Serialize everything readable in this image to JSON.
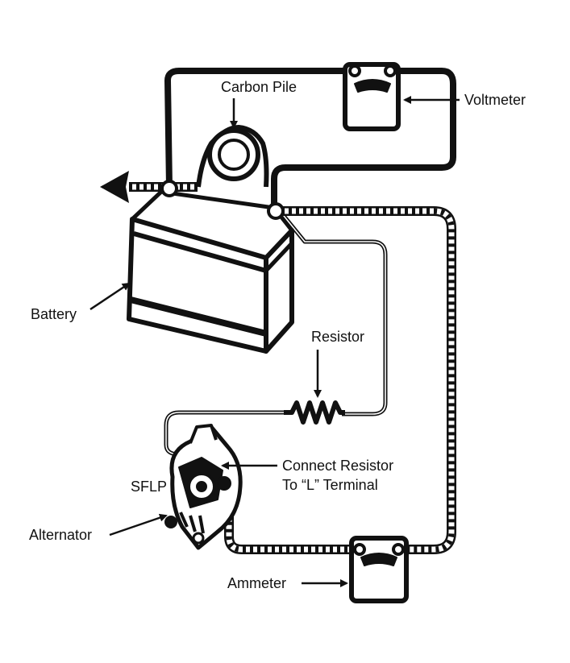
{
  "labels": {
    "carbon_pile": "Carbon Pile",
    "voltmeter": "Voltmeter",
    "battery": "Battery",
    "resistor": "Resistor",
    "connect_resistor_line1": "Connect Resistor",
    "connect_resistor_line2": "To “L” Terminal",
    "sflp": "SFLP",
    "alternator": "Alternator",
    "ammeter": "Ammeter"
  },
  "colors": {
    "ink": "#111111",
    "paper": "#ffffff"
  }
}
